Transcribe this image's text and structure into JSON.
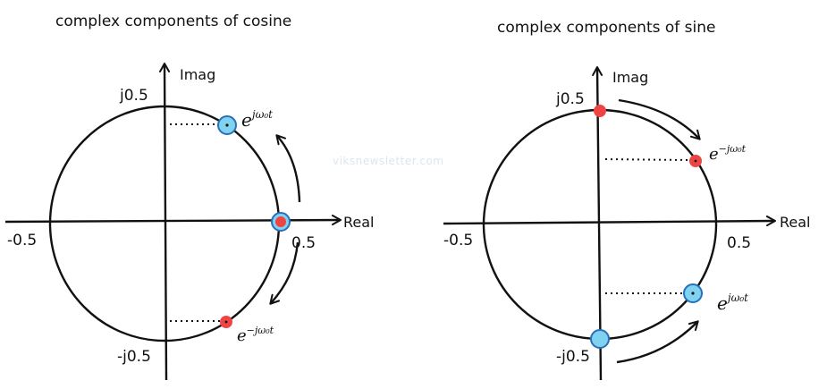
{
  "colors": {
    "stroke": "#111111",
    "blue_phasor": "#7fd3f0",
    "blue_outline": "#2a6fb8",
    "red_phasor": "#ee4444",
    "watermark": "#dce6ef"
  },
  "watermark": "viksnewsletter.com",
  "left_panel": {
    "title": "complex components of cosine",
    "axis_real": "Real",
    "axis_imag": "Imag",
    "tick_top": "j0.5",
    "tick_bottom": "-j0.5",
    "tick_left": "-0.5",
    "tick_right": "0.5",
    "phasor_pos_base": "e",
    "phasor_pos_exp": "jω₀t",
    "phasor_neg_base": "e",
    "phasor_neg_exp": "−jω₀t"
  },
  "right_panel": {
    "title": "complex components of sine",
    "axis_real": "Real",
    "axis_imag": "Imag",
    "tick_top": "j0.5",
    "tick_bottom": "-j0.5",
    "tick_left": "-0.5",
    "tick_right": "0.5",
    "phasor_neg_base": "e",
    "phasor_neg_exp": "−jω₀t",
    "phasor_pos_base": "e",
    "phasor_pos_exp": "jω₀t"
  }
}
